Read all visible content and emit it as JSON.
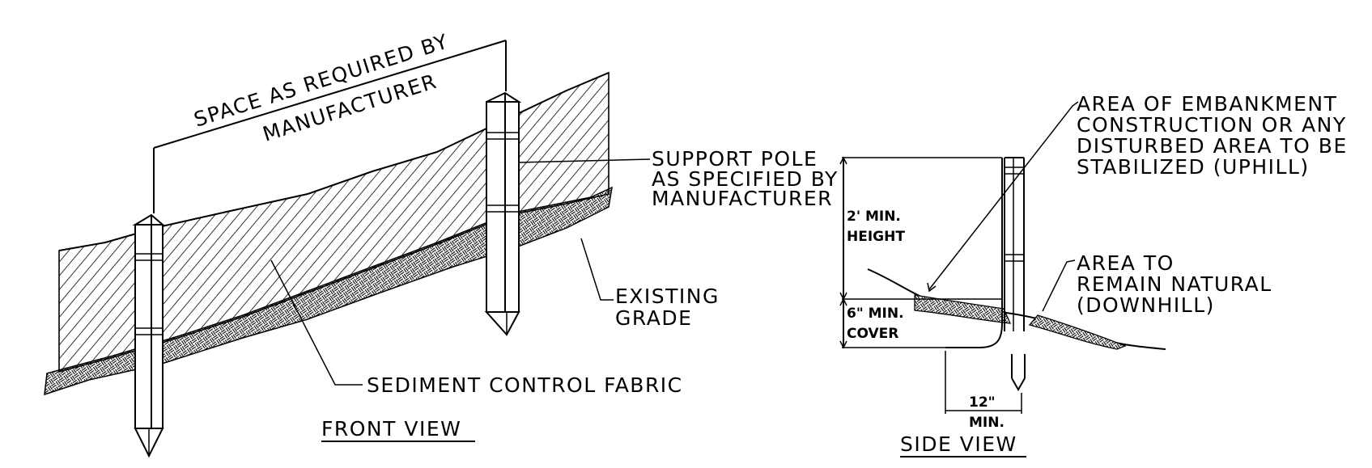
{
  "front_view": {
    "title": "FRONT VIEW",
    "spacing_label_1": "SPACE AS REQUIRED BY",
    "spacing_label_2": "MANUFACTURER",
    "pole_label_1": "SUPPORT POLE",
    "pole_label_2": "AS SPECIFIED BY",
    "pole_label_3": "MANUFACTURER",
    "grade_label_1": "EXISTING",
    "grade_label_2": "GRADE",
    "fabric_label": "SEDIMENT CONTROL FABRIC"
  },
  "side_view": {
    "title": "SIDE VIEW",
    "uphill_label_1": "AREA OF EMBANKMENT",
    "uphill_label_2": "CONSTRUCTION OR ANY",
    "uphill_label_3": "DISTURBED AREA TO BE",
    "uphill_label_4": "STABILIZED (UPHILL)",
    "downhill_label_1": "AREA TO",
    "downhill_label_2": "REMAIN NATURAL",
    "downhill_label_3": "(DOWNHILL)",
    "height_dim_1": "2' MIN.",
    "height_dim_2": "HEIGHT",
    "cover_dim_1": "6\" MIN.",
    "cover_dim_2": "COVER",
    "offset_dim_1": "12\"",
    "offset_dim_2": "MIN."
  },
  "colors": {
    "ink": "#000000",
    "paper": "#ffffff"
  }
}
